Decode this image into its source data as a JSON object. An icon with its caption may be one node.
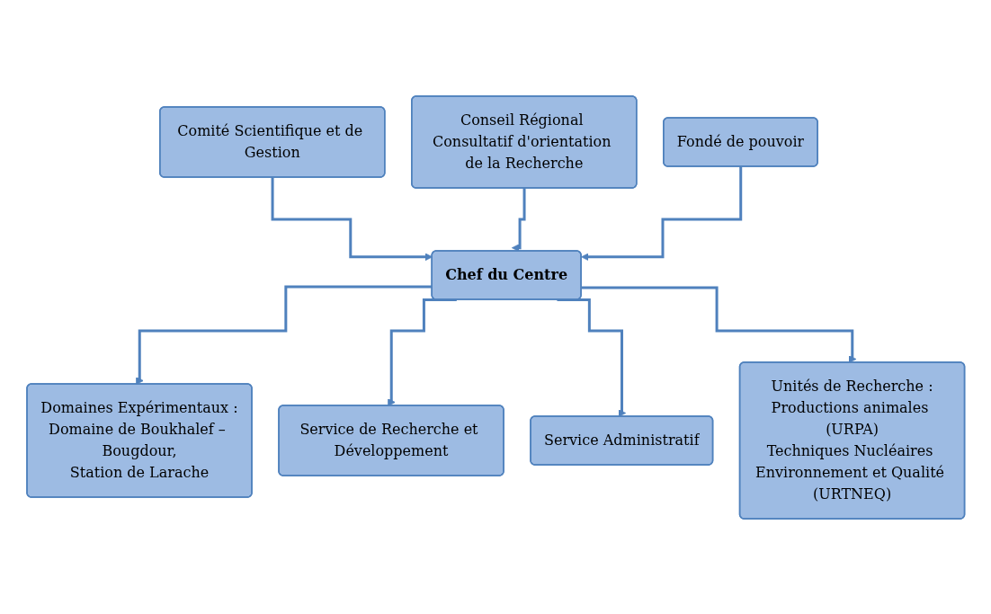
{
  "diagram": {
    "nodes": [
      {
        "text": [
          "Comité Scientifique et de Gestion"
        ]
      },
      {
        "text": [
          "Conseil Régional Consultatif d'orientation de la Recherche"
        ]
      },
      {
        "text": [
          "Chef du Centre"
        ]
      },
      {
        "text": [
          "Fondé de pouvoir"
        ]
      },
      {
        "text": [
          "Domaines Expérimentaux :",
          "Domaine de Boukhalef – Bougdour,",
          "Station de Larache"
        ]
      },
      {
        "text": [
          "Service de Recherche et Développement"
        ]
      },
      {
        "text": [
          "Service Administratif"
        ]
      },
      {
        "text": [
          "Unités de Recherche :",
          "Productions animales (URPA)",
          "Techniques Nucléaires Environnement et Qualité (URTNEQ)"
        ]
      }
    ],
    "edges": [
      {
        "from": 0,
        "to": 2,
        "arrow": "to"
      },
      {
        "from": 1,
        "to": 2,
        "arrow": "to"
      },
      {
        "from": 3,
        "to": 2,
        "arrow": "to"
      },
      {
        "from": 2,
        "to": 4,
        "arrow": "to"
      },
      {
        "from": 2,
        "to": 5,
        "arrow": "to"
      },
      {
        "from": 2,
        "to": 6,
        "arrow": "to"
      },
      {
        "from": 2,
        "to": 7,
        "arrow": "to"
      }
    ]
  }
}
